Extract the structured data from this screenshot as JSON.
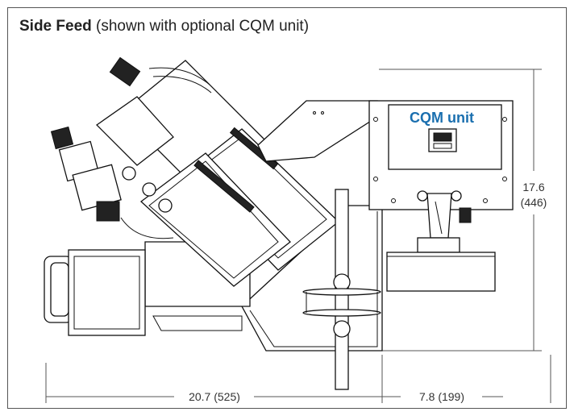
{
  "title": {
    "bold": "Side Feed",
    "normal": "(shown with optional CQM unit)"
  },
  "labels": {
    "cqm_unit": "CQM unit"
  },
  "dimensions": {
    "height": "17.6",
    "height_mm": "(446)",
    "width_main": "20.7 (525)",
    "width_cqm": "7.8 (199)"
  },
  "colors": {
    "accent": "#1a6faf",
    "frame": "#555555",
    "line": "#111111"
  }
}
